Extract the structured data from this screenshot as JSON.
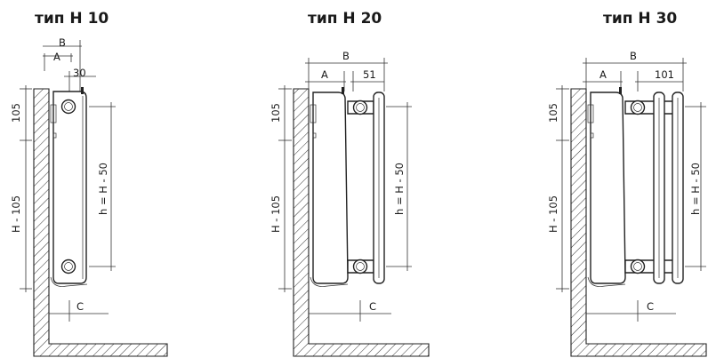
{
  "diagrams": [
    {
      "title": "тип H 10",
      "top_dims": {
        "B": "B",
        "A": "A",
        "pitch": "30"
      },
      "left_top": "105",
      "left_bottom": "H - 105",
      "height_label": "h = H - 50",
      "clearance": "C"
    },
    {
      "title": "тип H 20",
      "top_dims": {
        "B": "B",
        "A": "A",
        "pitch": "51"
      },
      "left_top": "105",
      "left_bottom": "H - 105",
      "height_label": "h = H - 50",
      "clearance": "C"
    },
    {
      "title": "тип H 30",
      "top_dims": {
        "B": "B",
        "A": "A",
        "pitch": "101"
      },
      "left_top": "105",
      "left_bottom": "H - 105",
      "height_label": "h = H - 50",
      "clearance": "C"
    }
  ]
}
